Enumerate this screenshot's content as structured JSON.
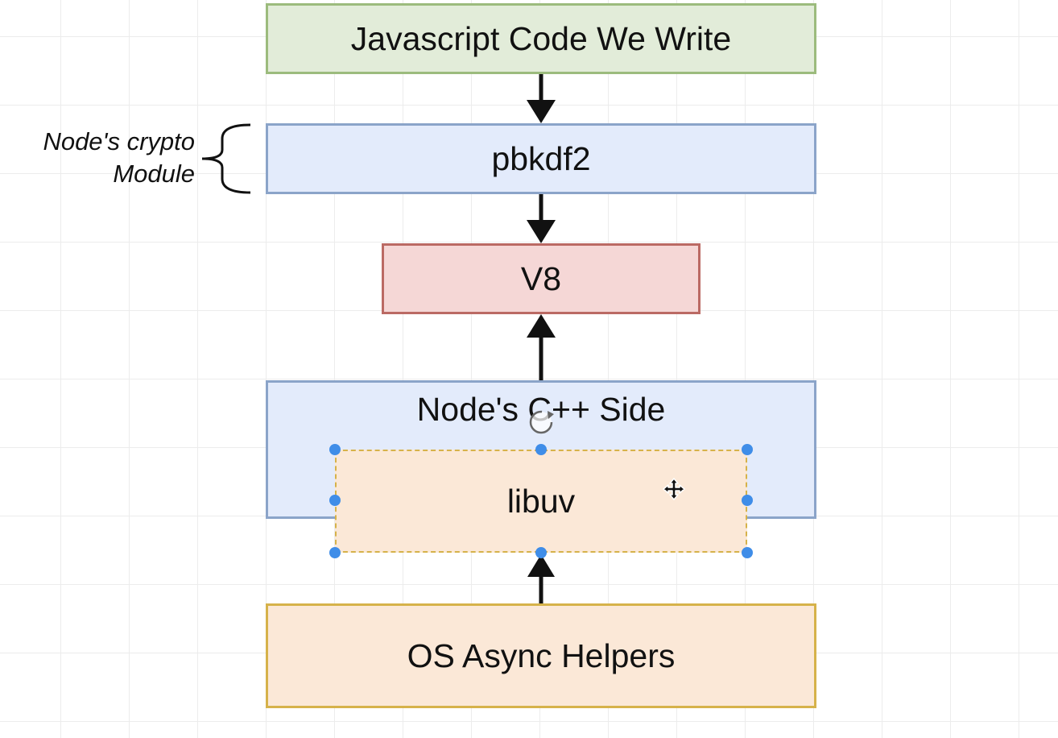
{
  "diagram": {
    "boxes": {
      "js_code": {
        "label": "Javascript Code We Write",
        "fill": "#e2ecd9",
        "stroke": "#9cbb7d"
      },
      "pbkdf2": {
        "label": "pbkdf2",
        "fill": "#e3ebfb",
        "stroke": "#8ba4c9"
      },
      "v8": {
        "label": "V8",
        "fill": "#f5d7d6",
        "stroke": "#bb6a64"
      },
      "cpp_side": {
        "label": "Node's C++ Side",
        "fill": "#e3ebfb",
        "stroke": "#8ba4c9"
      },
      "libuv": {
        "label": "libuv",
        "fill": "#fbe8d7",
        "stroke": "#d6b24a"
      },
      "os_helpers": {
        "label": "OS Async Helpers",
        "fill": "#fbe8d7",
        "stroke": "#d6b24a"
      }
    },
    "side_label": {
      "line1": "Node's crypto",
      "line2": "Module"
    },
    "colors": {
      "arrow": "#111111",
      "selection_handle": "#3f8de8",
      "grid": "#ececec"
    },
    "icons": [
      "rotate-handle-icon",
      "move-cursor-icon"
    ]
  }
}
